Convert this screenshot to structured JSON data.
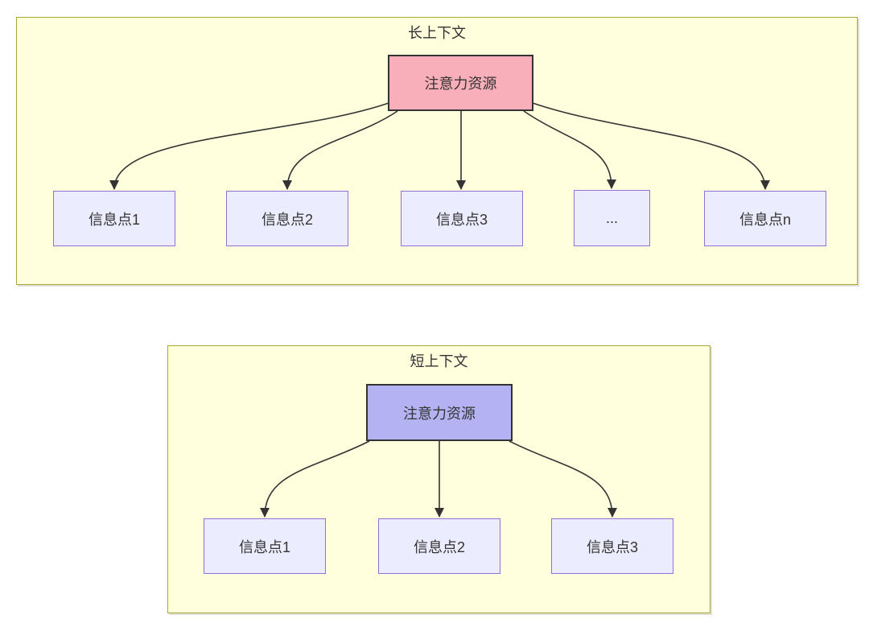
{
  "diagram": {
    "type": "flowchart",
    "sections": [
      {
        "id": "long-context",
        "title": "长上下文",
        "root": {
          "label": "注意力资源",
          "fill": "#f8afba"
        },
        "children": [
          {
            "label": "信息点1"
          },
          {
            "label": "信息点2"
          },
          {
            "label": "信息点3"
          },
          {
            "label": "..."
          },
          {
            "label": "信息点n"
          }
        ],
        "connects": "root-to-each-child-with-curved-arrow"
      },
      {
        "id": "short-context",
        "title": "短上下文",
        "root": {
          "label": "注意力资源",
          "fill": "#b3b3f1"
        },
        "children": [
          {
            "label": "信息点1"
          },
          {
            "label": "信息点2"
          },
          {
            "label": "信息点3"
          }
        ],
        "connects": "root-to-each-child-with-curved-arrow"
      }
    ],
    "colors": {
      "container_fill": "#ffffde",
      "container_border": "#aaaa33",
      "node_fill": "#ececff",
      "node_border": "#9370db",
      "root_border": "#333333",
      "long_root_fill": "#f8afba",
      "short_root_fill": "#b3b3f1",
      "edge": "#333333",
      "text": "#333333"
    }
  }
}
